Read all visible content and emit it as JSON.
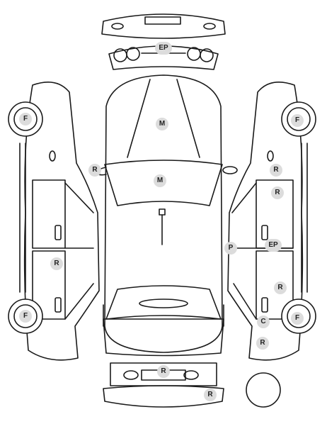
{
  "marks": {
    "roof": "M",
    "hood": "M",
    "front_bumper": "EP",
    "rear_bumper": "R",
    "rear_bumper_lower": "R",
    "left_front_wheel": "F",
    "left_rear_wheel": "F",
    "right_front_wheel": "F",
    "right_rear_wheel": "F",
    "left_mirror": "R",
    "left_rear_door": "R",
    "right_fender": "R",
    "right_front_door": "R",
    "right_sill": "P",
    "right_sill_2": "EP",
    "right_rear_door": "R",
    "right_rear_lower": "C",
    "right_rear_quarter": "R"
  }
}
